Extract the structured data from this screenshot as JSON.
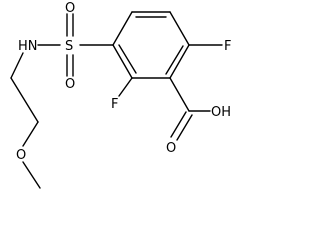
{
  "atoms": {
    "f_top": "F",
    "f_mid": "F",
    "oh": "OH",
    "o_carbonyl": "O",
    "s": "S",
    "o_sulfonyl_left": "O",
    "o_sulfonyl_right": "O",
    "nh": "HN",
    "o_ether": "O"
  },
  "colors": {
    "bond": "#000000",
    "label": "#000000",
    "background": "#ffffff"
  }
}
